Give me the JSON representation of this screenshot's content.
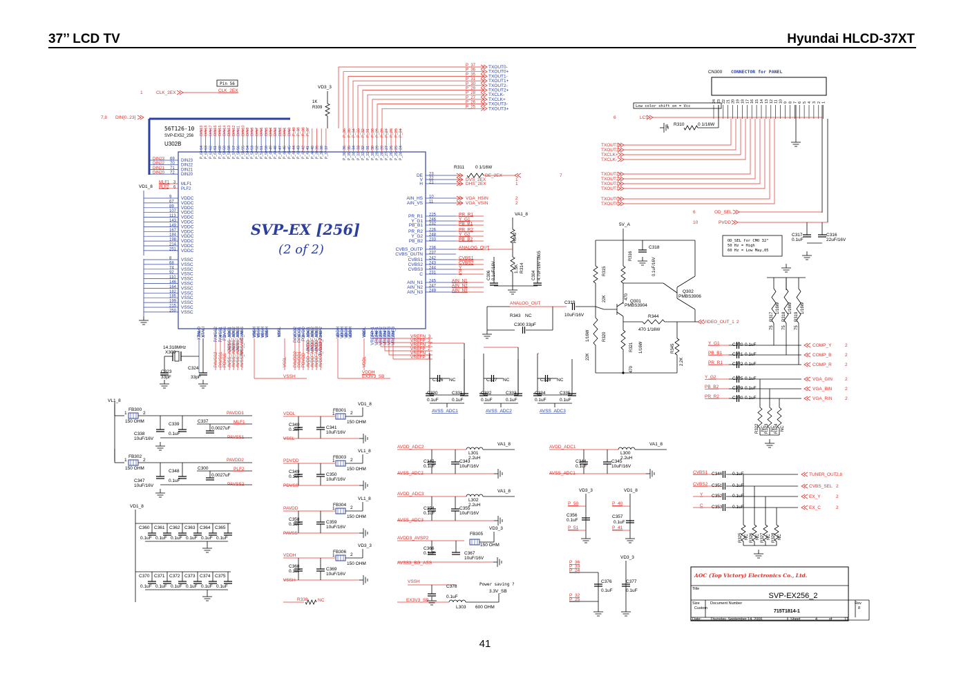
{
  "header": {
    "left": "37’’ LCD TV",
    "right": "Hyundai  HLCD-37XT"
  },
  "page_number": "41",
  "chip": {
    "designator": "U302B",
    "part": "56T126-10",
    "package": "SVP-EX52_256",
    "title": "SVP-EX [256]",
    "subtitle": "(2 of 2)",
    "pin56": "Pin 56",
    "top_pins_left": [
      "64",
      "63",
      "62",
      "61",
      "60",
      "59",
      "58",
      "57",
      "56",
      "55",
      "54",
      "53",
      "52",
      "51",
      "50",
      "49",
      "48",
      "47",
      "46",
      "45",
      "44",
      "43",
      "42",
      "41",
      "40",
      "39",
      "38",
      "37"
    ],
    "top_pins_right": [
      "36",
      "35",
      "34",
      "33",
      "32",
      "31",
      "30",
      "29",
      "28",
      "27",
      "26",
      "25",
      "24"
    ],
    "din_left": [
      [
        "DIN23",
        "69"
      ],
      [
        "DIN22",
        "70"
      ],
      [
        "DIN21",
        "71"
      ],
      [
        "DIN20",
        "72"
      ]
    ],
    "mlf": [
      [
        "MLF1",
        "3",
        "MLF1"
      ],
      [
        "PLF2",
        "6",
        "PLF2"
      ]
    ],
    "vddc_nums": [
      "9",
      "67",
      "89",
      "107",
      "113",
      "143",
      "149",
      "167",
      "184",
      "198",
      "214",
      "251"
    ],
    "vssc_nums": [
      "8",
      "68",
      "74",
      "92",
      "110",
      "146",
      "164",
      "182",
      "185",
      "199",
      "215",
      "250"
    ],
    "right_pins": [
      [
        "DE",
        "23",
        "DE_2EX",
        "7"
      ],
      [
        "V",
        "22",
        "DVS_2EX",
        "1"
      ],
      [
        "H",
        "21",
        "DHS_2EX",
        "1"
      ],
      [
        "AIN_HS",
        "10",
        "VGA_HSIN",
        "2"
      ],
      [
        "AIN_VS",
        "11",
        "VGA_VSIN",
        "2"
      ],
      [
        "PR_R1",
        "225",
        "PR_R1",
        ""
      ],
      [
        "Y_G1",
        "246",
        "Y_G1",
        ""
      ],
      [
        "PB_B1",
        "232",
        "PB_B1",
        ""
      ],
      [
        "PR_R2",
        "226",
        "PR_R2",
        ""
      ],
      [
        "Y_G2",
        "248",
        "Y_G2",
        ""
      ],
      [
        "PB_B2",
        "233",
        "PB_B2",
        ""
      ],
      [
        "CVBS_OUTP",
        "236",
        "ANALOG_OUT",
        ""
      ],
      [
        "CVBS_OUTN",
        "237",
        "",
        ""
      ],
      [
        "CVBS1",
        "242",
        "CVBS1",
        ""
      ],
      [
        "CVBS2",
        "243",
        "CVBS2",
        ""
      ],
      [
        "CVBS3",
        "244",
        "Y",
        ""
      ],
      [
        "C",
        "231",
        "C",
        ""
      ],
      [
        "AIN_N1",
        "245",
        "AIN_N1",
        ""
      ],
      [
        "AIN_N2",
        "247",
        "AIN_N2",
        ""
      ],
      [
        "AIN_N3",
        "249",
        "AIN_N3",
        ""
      ]
    ],
    "bottom_pins": [
      "XTALO",
      "XTALI",
      "PAVSS2",
      "PAVSS1",
      "PDVSS",
      "AVSS_ADC1",
      "AVSS_ADC2",
      "AVSS_ADC3",
      "AVSS_BG_ASS",
      "VSSH",
      "VSSH",
      "VSSH",
      "VSSH",
      "VSSL",
      "PAVDD2",
      "PAVDD1",
      "PDVDD",
      "AVDD_ADC1",
      "AVDD_ADC2",
      "AVDD_ADC3",
      "AVDD3_AVSP2",
      "VDDH",
      "VDDH",
      "VDDH",
      "VDDH",
      "VDDL",
      "VREFP_1",
      "VREFN_1",
      "VREFP_2",
      "VREFN_2",
      "VREFP_3",
      "VREFN_3"
    ],
    "bottom_nums": [
      "256",
      "1",
      "7",
      "4",
      "5",
      "239",
      "227",
      "235",
      "238",
      "230",
      "65",
      "66",
      "108",
      "127",
      "2",
      "5",
      "6",
      "234",
      "228",
      "222",
      "240",
      "19",
      "17",
      "18",
      "128",
      "241",
      "247",
      "240",
      "229",
      "224",
      "222",
      "223"
    ],
    "vref_labels": [
      "VREFN_3",
      "VREFP_3",
      "VREFN_2",
      "VREFP_2",
      "VREFN_1",
      "VREFP_1"
    ]
  },
  "nets": {
    "clk": {
      "num": "1",
      "label": "CLK_2EX",
      "out": "CLK_2EX"
    },
    "din": {
      "num": "7,8",
      "label": "DIN[0..23]"
    },
    "vd3_3": "VD3_3",
    "r309": "R309",
    "r309v": "1K",
    "txout_top": [
      [
        "P_37",
        "TXOUT0-"
      ],
      [
        "P_36",
        "TXOUT0+"
      ],
      [
        "P_35",
        "TXOUT1-"
      ],
      [
        "P_31",
        "TXOUT1+"
      ],
      [
        "P_30",
        "TXOUT2-"
      ],
      [
        "P_29",
        "TXOUT2+"
      ],
      [
        "P_28",
        "TXCLK-"
      ],
      [
        "P_27",
        "TXCLK+"
      ],
      [
        "P_26",
        "TXOUT3-"
      ],
      [
        "P_25",
        "TXOUT3+"
      ]
    ],
    "vd1_8": "VD1_8",
    "vl1_8": "VL1_8",
    "va1_8": "VA1_8",
    "v5a": "5V_A",
    "r311": "R311",
    "r311v": "0  1/16W"
  },
  "connector": {
    "ref": "CN300",
    "title": "CONNECTOR for PANEL",
    "note": "Low color shift on = Vcc",
    "pins": [
      "24",
      "23",
      "22",
      "21",
      "20",
      "19",
      "18",
      "17",
      "16",
      "15",
      "14",
      "13",
      "12",
      "11",
      "10",
      "9",
      "8",
      "7",
      "6",
      "5",
      "4",
      "3",
      "2",
      "1"
    ],
    "lcs": {
      "num": "6",
      "label": "LCS"
    },
    "r310": "R310",
    "r310v": "0   1/16W",
    "tx_left": [
      "TXOUT3+",
      "TXOUT3-",
      "TXCLK+",
      "TXCLK-",
      "TXOUT2+",
      "TXOUT2-",
      "TXOUT1+",
      "TXOUT1-",
      "TXOUT0+",
      "TXOUT0-"
    ],
    "od_sel": {
      "num": "6",
      "label": "OD_SEL"
    },
    "pvdd": {
      "num": "10",
      "label": "PVDD"
    },
    "c317": "C317",
    "c317v": "0.1uF",
    "c316": "C316",
    "c316v": "22uF/16V",
    "od_note": [
      "OD_SEL for CMO 32\"",
      "50 Hz = High",
      "60 Hz = Low    May,05"
    ]
  },
  "video": {
    "c318": "C318",
    "c318v": "0.1uF/16V",
    "r315": "R315",
    "r315v": "22K",
    "r316": "R316",
    "r316v": "470",
    "q301": "Q301",
    "q301p": "PMBS3904",
    "q302": "Q302",
    "q302p": "PMBS3906",
    "r320": "R320",
    "r320v": "22K",
    "r321": "R321",
    "r321v": "470",
    "r344": "R344",
    "r344v": "470   1/16W",
    "r345": "R345",
    "r345v": "2.2K",
    "c319": "C319",
    "c319v": "10uF/16V",
    "r343": "R343",
    "r343v": "NC",
    "c300": "C300",
    "c300v": "33pF",
    "out": "VIDEO_OUT_1",
    "outn": "2",
    "r342": "R342",
    "r342v": "1.2K 1/16W",
    "r314": "R314",
    "r314v": "1.5K",
    "c306": "C306",
    "c306v": "0.1uF/16V",
    "c304": "C304",
    "c304v": "4.7uF/16V 0805",
    "w": "1/16W"
  },
  "comp": {
    "rows": [
      [
        "Y_G1",
        "C320",
        "0.1uF",
        "COMP_Y",
        "2"
      ],
      [
        "PB_B1",
        "C321",
        "0.1uF",
        "COMP_B",
        "2"
      ],
      [
        "PR_R1",
        "C322",
        "0.1uF",
        "COMP_R",
        "2"
      ],
      [
        "Y_G2",
        "C325",
        "0.1uF",
        "VGA_GIN",
        "2"
      ],
      [
        "PB_B2",
        "C329",
        "0.1uF",
        "VGA_BIN",
        "2"
      ],
      [
        "PR_R2",
        "C330",
        "0.1uF",
        "VGA_RIN",
        "2"
      ]
    ],
    "res": [
      [
        "R317",
        "75",
        "1/16W"
      ],
      [
        "R318",
        "75",
        "1/16W"
      ],
      [
        "R319",
        "75",
        "1/16W"
      ]
    ],
    "nc_res": [
      "R322",
      "R323",
      "R324"
    ],
    "nc": "NC"
  },
  "cvbs": {
    "rows": [
      [
        "CVBS1",
        "C346",
        "0.1uF",
        "TUNER_OUT",
        "2,8"
      ],
      [
        "CVBS2",
        "C351",
        "0.1uF",
        "CVBS_SEL",
        "2"
      ],
      [
        "Y",
        "C352",
        "0.1uF",
        "EX_Y",
        "2"
      ],
      [
        "C",
        "C353",
        "0.1uF",
        "EX_C",
        "2"
      ]
    ],
    "nc_res": [
      "R325",
      "R326",
      "R327",
      "R328"
    ]
  },
  "xtal": {
    "freq": "14.318MHz",
    "ref": "X300",
    "c323": "C323",
    "c323v": "33pF",
    "c324": "C324",
    "c324v": "33pF"
  },
  "pll": {
    "fb300": "FB300",
    "fb302": "FB302",
    "ohm": "150 OHM",
    "c338": "C338",
    "c338v": "10uF/16V",
    "c339": "C339",
    "c339v": "0.1uF",
    "c337": "C337",
    "c337v": "0.0027uF",
    "pavdd1": "PAVDD1",
    "mlf1": "MLF1",
    "pavss1": "PAVSS1",
    "c347": "C347",
    "c347v": "10uF/16V",
    "c348": "C348",
    "c348v": "0.1uF",
    "c300": "C300",
    "c300v": "0.0027uF",
    "pavdd2": "PAVDD2",
    "plf2": "PLF2",
    "pavss2": "PAVSS2"
  },
  "decoup": {
    "row1": [
      "C360",
      "C361",
      "C362",
      "C363",
      "C364",
      "C365"
    ],
    "row2": [
      "C370",
      "C371",
      "C372",
      "C373",
      "C374",
      "C375"
    ],
    "v": "0.1uF"
  },
  "mid": {
    "vddl": "VDDL",
    "vssl": "VSSL",
    "pdvdd": "PDVDD",
    "pdvss": "PDVSS",
    "pavdd": "PAVDD",
    "pavss": "PAVSS",
    "vddh": "VDDH",
    "vssh": "VSSH",
    "fb301": "FB301",
    "fb303": "FB303",
    "fb304": "FB304",
    "fb306": "FB306",
    "c340": "C340",
    "c341": "C341",
    "c349": "C349",
    "c350": "C350",
    "c358": "C358",
    "c359": "C359",
    "c368": "C368",
    "c369": "C369",
    "v01": "0.1uF",
    "v10": "10uF/16V",
    "r338": "R338",
    "nc": "NC",
    "vddh_box": "VDDH",
    "ex3v3": "EX3V3_SB",
    "vssh_label": "VSSH"
  },
  "adc": {
    "c326": "C326",
    "c327": "C327",
    "c328": "C328",
    "nc": "NC",
    "caps": [
      [
        "C330",
        "C331"
      ],
      [
        "C332",
        "C333"
      ],
      [
        "C334",
        "C335"
      ]
    ],
    "v": "0.1uF",
    "gnd": [
      "AVSS_ADC1",
      "AVSS_ADC2",
      "AVSS_ADC3"
    ],
    "filters": [
      [
        "AVDD_ADC2",
        "AVSS_ADC2",
        "L301",
        "2.2uH",
        "C342",
        "C343"
      ],
      [
        "AVDD_ADC1",
        "AVSS_ADC1",
        "L300",
        "2.2uH",
        "C344",
        "C345"
      ],
      [
        "AVDD_ADC3",
        "AVSS_ADC3",
        "L302",
        "2.2uH",
        "C354",
        "C355"
      ]
    ],
    "avdd3": "AVDD3_AVSP2",
    "avss3": "AVSS3_BG_ASS",
    "fb305": "FB305",
    "c366": "C366",
    "c367": "C367",
    "c378": "C378",
    "l303": "L303",
    "l303v": "600 OHM",
    "ps": "Power saving ?",
    "ps2": "3.3V_SB"
  },
  "prow": {
    "a": [
      "P_50",
      "P_51"
    ],
    "b": [
      "P_40",
      "P_41"
    ],
    "c356": "C356",
    "c357": "C357",
    "c": [
      "P_36",
      "P_33",
      "P_24"
    ],
    "d": [
      "P_32",
      "P_25"
    ],
    "c376": "C376",
    "c377": "C377"
  },
  "titleblock": {
    "company": "AOC (Top Victory) Electronics Co., Ltd.",
    "title_label": "Title",
    "title": "SVP-EX256_2",
    "size_label": "Size",
    "size": "Custom",
    "docnum_label": "Document Number",
    "docnum": "715T1814-1",
    "rev_label": "Rev",
    "rev": "8",
    "date_label": "Date:",
    "date": "Thursday, September 14, 2006",
    "sheet_label": "Sheet",
    "sheet": "4",
    "of": "of",
    "total": "11"
  }
}
